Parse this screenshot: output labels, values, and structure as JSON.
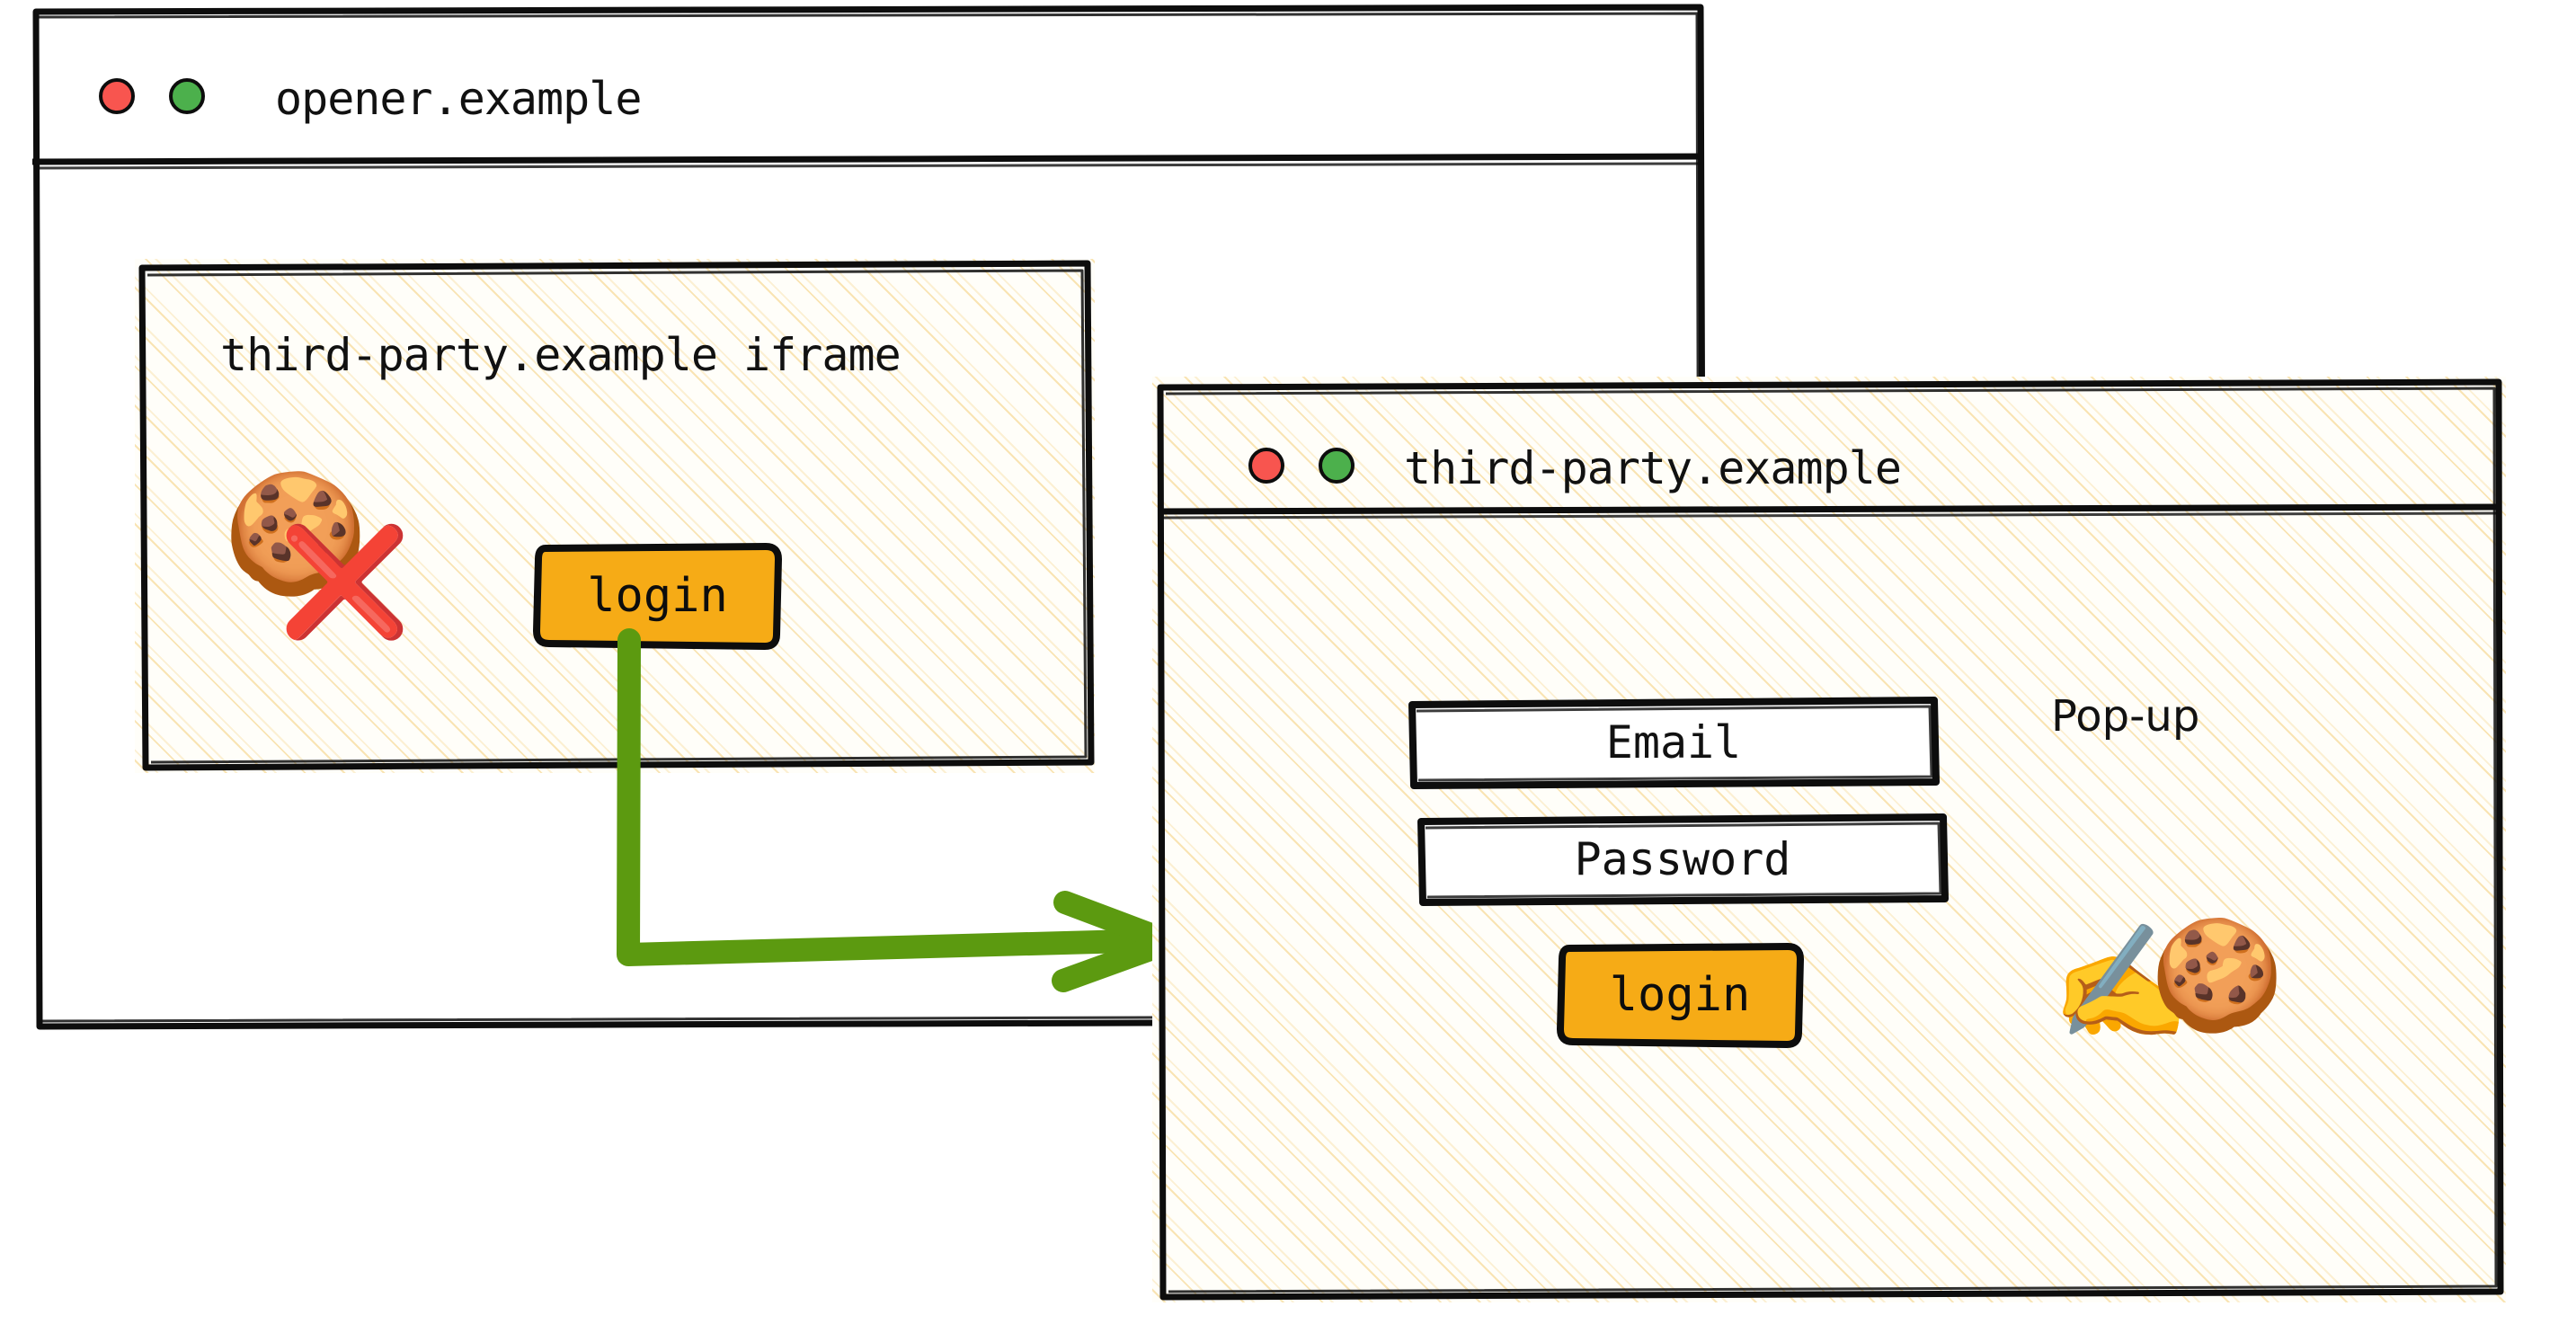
{
  "colors": {
    "accent_amber": "#F6AB16",
    "arrow_green": "#5C9A10",
    "dot_red": "#F8554F",
    "dot_green": "#4CB04C",
    "hatch_tan": "#F4CE7A",
    "ink_black": "#0D0D0D"
  },
  "opener_window": {
    "title": "opener.example",
    "controls": {
      "close_dot": "red-dot",
      "maximize_dot": "green-dot"
    },
    "iframe": {
      "label": "third-party.example iframe",
      "cookie_icon": "cookie-emoji",
      "cookie_blocked_icon": "red-cross-mark-icon",
      "login_button": "login"
    }
  },
  "popup_window": {
    "title": "third-party.example",
    "controls": {
      "close_dot": "red-dot",
      "maximize_dot": "green-dot"
    },
    "annotation": "Pop-up",
    "fields": [
      {
        "name": "email",
        "label": "Email"
      },
      {
        "name": "password",
        "label": "Password"
      }
    ],
    "login_button": "login",
    "writing_hand_icon": "writing-hand-emoji",
    "cookie_icon": "cookie-emoji"
  },
  "flow": {
    "arrow_label": "",
    "from": "iframe-login-button",
    "to": "popup-window"
  }
}
